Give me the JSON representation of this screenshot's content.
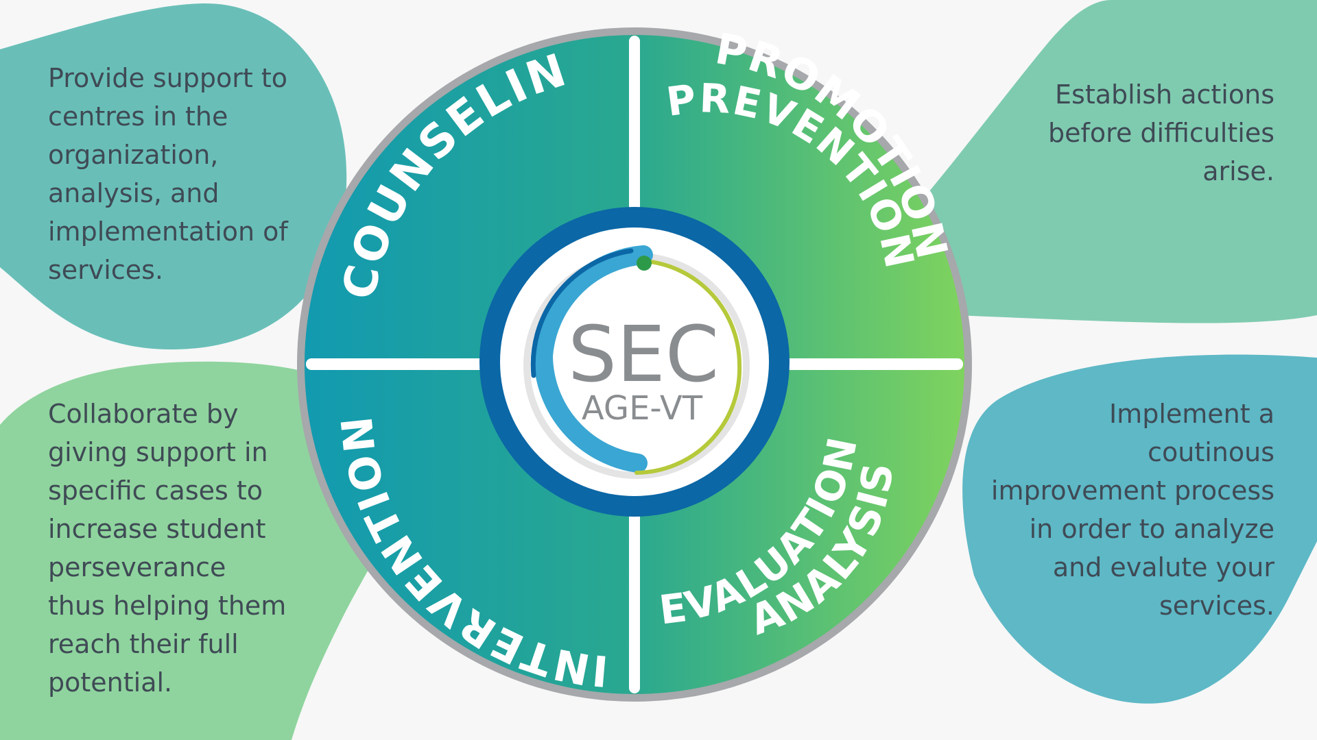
{
  "logo": {
    "line1": "SEC",
    "line2": "AGE-VT"
  },
  "quadrants": {
    "top_left": {
      "title": "COUNSELING",
      "description": "Provide support to\ncentres in the\norganization,\nanalysis, and\nimplementation of\nservices."
    },
    "top_right": {
      "title_line1": "PROMOTION",
      "title_line2": "PREVENTION",
      "description": "Establish actions\nbefore difficulties\narise."
    },
    "bottom_left": {
      "title": "INTERVENTION",
      "description": "Collaborate by\ngiving support in\nspecific cases to\nincrease student\nperseverance\nthus helping them\nreach their full\npotential."
    },
    "bottom_right": {
      "title_line1": "ANALYSIS",
      "title_line2": "EVALUATION",
      "description": "Implement a\ncoutinous\nimprovement process\nin order to analyze\nand evalute your\nservices."
    }
  },
  "colors": {
    "background": "#f7f7f7",
    "teal_dark": "#129ab0",
    "teal_mid": "#2aa88f",
    "green_light": "#7fd35e",
    "ring_blue": "#0b67a6",
    "ring_gray": "#a6a8ab",
    "blob_topleft": "#69bfb8",
    "blob_topright": "#7fcbb0",
    "blob_bottomleft": "#8fd49e",
    "blob_bottomright": "#5eb8c6",
    "logo_text": "#8a8d90",
    "logo_arc_blue": "#3aa6d3",
    "logo_arc_green": "#b5c93a"
  }
}
